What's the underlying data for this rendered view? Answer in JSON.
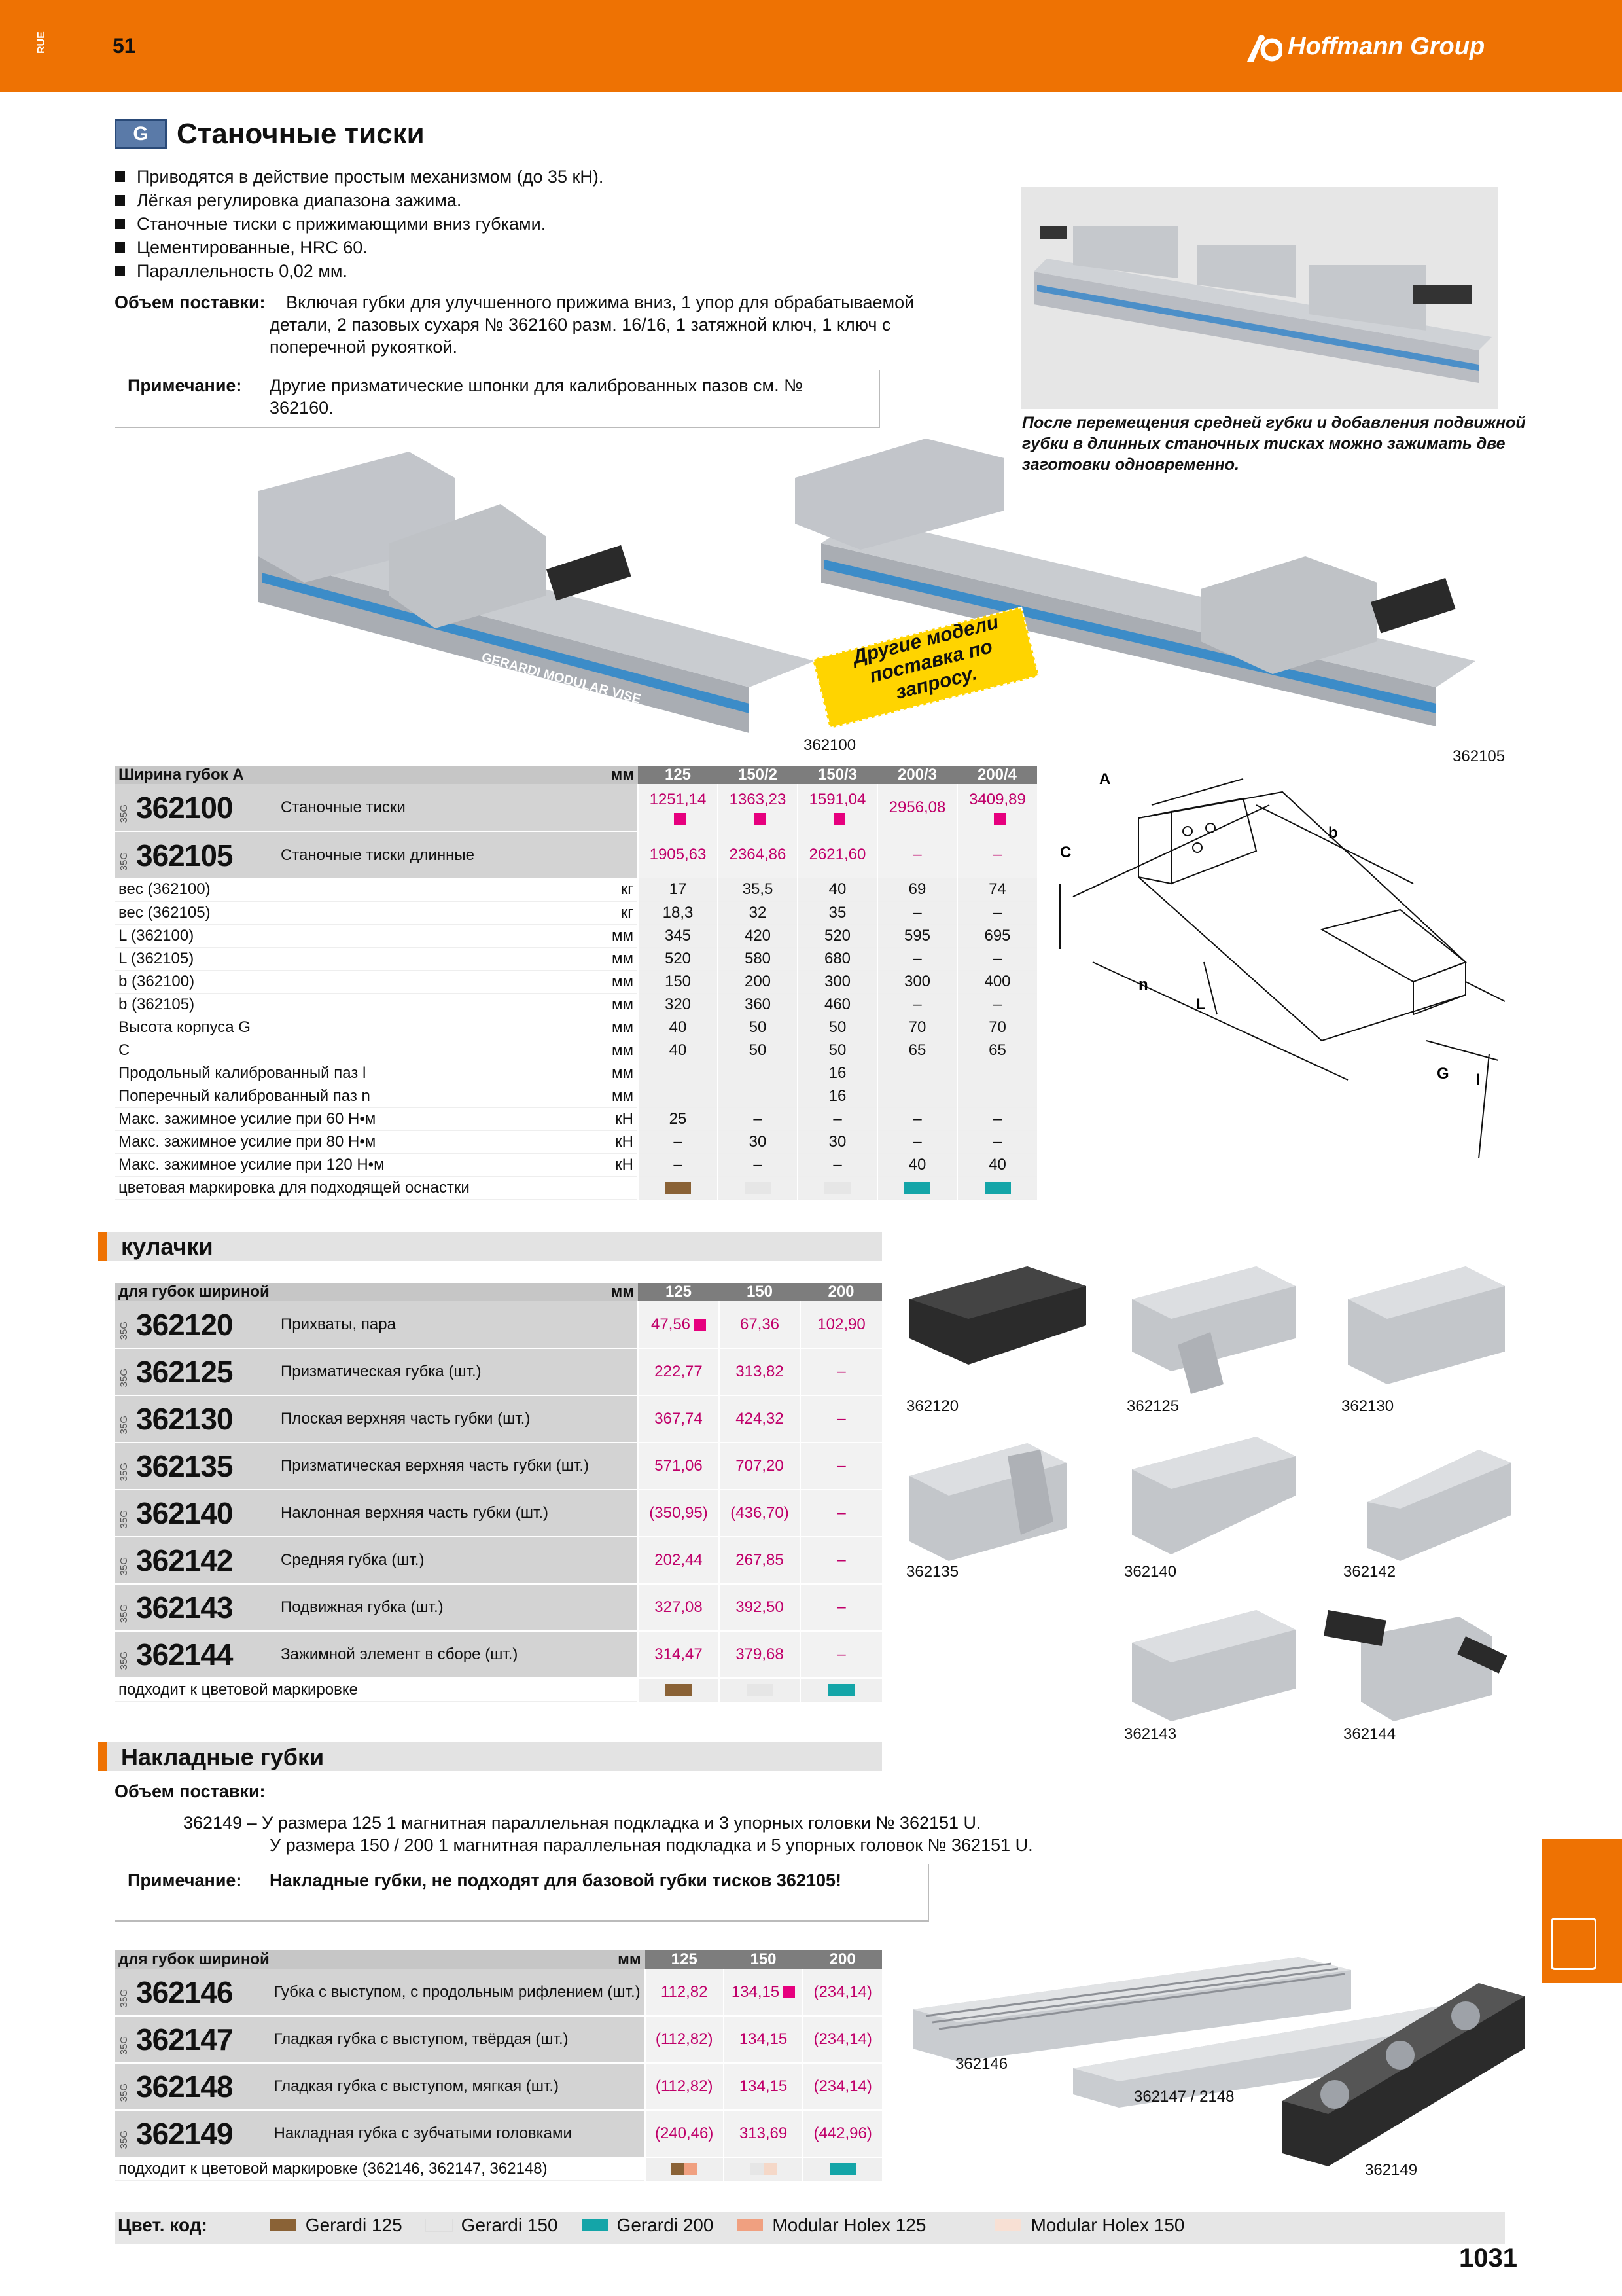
{
  "header": {
    "lang_code": "RUE",
    "page_top": "51",
    "brand": "Hoffmann Group"
  },
  "product": {
    "logo_letter": "G",
    "title": "Станочные тиски",
    "bullets": [
      "Приводятся в действие простым механизмом (до 35 кН).",
      "Лёгкая регулировка диапазона зажима.",
      "Станочные тиски с прижимающими вниз губками.",
      "Цементированные, HRC 60.",
      "Параллельность 0,02 мм."
    ],
    "scope_label": "Объем поставки:",
    "scope_text_1": "Включая губки для улучшенного прижима вниз, 1 упор для обрабатываемой",
    "scope_text_2": "детали, 2 пазовых сухаря № 362160 разм. 16/16, 1 затяжной ключ, 1 ключ с",
    "scope_text_3": "поперечной рукояткой.",
    "note_label": "Примечание:",
    "note_text_1": "Другие призматические шпонки для калиброванных пазов см. №",
    "note_text_2": "362160.",
    "caption_1": "После перемещения средней губки и добавления подвижной",
    "caption_2": "губки в длинных станочных тисках можно зажимать две",
    "caption_3": "заготовки одновременно.",
    "sticker_1": "Другие модели",
    "sticker_2": "поставка по запросу.",
    "photo_label_1": "362100",
    "photo_label_2": "362105",
    "vise_print": "GERARDI MODULAR VISE"
  },
  "main_table": {
    "header_label": "Ширина губок A",
    "unit": "мм",
    "sizes": [
      "125",
      "150/2",
      "150/3",
      "200/3",
      "200/4"
    ],
    "articles": [
      {
        "tag": "35G",
        "num": "362100",
        "desc": "Станочные тиски",
        "prices": [
          "1251,14",
          "1363,23",
          "1591,04",
          "2956,08",
          "3409,89"
        ],
        "marks": [
          true,
          true,
          true,
          false,
          true
        ]
      },
      {
        "tag": "35G",
        "num": "362105",
        "desc": "Станочные тиски длинные",
        "prices": [
          "1905,63",
          "2364,86",
          "2621,60",
          "–",
          "–"
        ],
        "marks": [
          false,
          false,
          false,
          false,
          false
        ]
      }
    ],
    "specs": [
      {
        "label": "вес (362100)",
        "unit": "кг",
        "values": [
          "17",
          "35,5",
          "40",
          "69",
          "74"
        ]
      },
      {
        "label": "вес (362105)",
        "unit": "кг",
        "values": [
          "18,3",
          "32",
          "35",
          "–",
          "–"
        ]
      },
      {
        "label": "L (362100)",
        "unit": "мм",
        "values": [
          "345",
          "420",
          "520",
          "595",
          "695"
        ]
      },
      {
        "label": "L (362105)",
        "unit": "мм",
        "values": [
          "520",
          "580",
          "680",
          "–",
          "–"
        ]
      },
      {
        "label": "b (362100)",
        "unit": "мм",
        "values": [
          "150",
          "200",
          "300",
          "300",
          "400"
        ]
      },
      {
        "label": "b (362105)",
        "unit": "мм",
        "values": [
          "320",
          "360",
          "460",
          "–",
          "–"
        ]
      },
      {
        "label": "Высота корпуса G",
        "unit": "мм",
        "values": [
          "40",
          "50",
          "50",
          "70",
          "70"
        ]
      },
      {
        "label": "C",
        "unit": "мм",
        "values": [
          "40",
          "50",
          "50",
          "65",
          "65"
        ]
      },
      {
        "label": "Продольный калиброванный паз l",
        "unit": "мм",
        "values": [
          "",
          "",
          "16",
          "",
          ""
        ]
      },
      {
        "label": "Поперечный калиброванный паз n",
        "unit": "мм",
        "values": [
          "",
          "",
          "16",
          "",
          ""
        ]
      },
      {
        "label": "Макс. зажимное усилие при 60 Н•м",
        "unit": "кН",
        "values": [
          "25",
          "–",
          "–",
          "–",
          "–"
        ]
      },
      {
        "label": "Макс. зажимное усилие при 80 Н•м",
        "unit": "кН",
        "values": [
          "–",
          "30",
          "30",
          "–",
          "–"
        ]
      },
      {
        "label": "Макс. зажимное усилие при 120 Н•м",
        "unit": "кН",
        "values": [
          "–",
          "–",
          "–",
          "40",
          "40"
        ]
      }
    ],
    "color_row_label": "цветовая маркировка для подходящей оснастки",
    "color_row": [
      "#8a6236",
      "#e6e6e6",
      "#e6e6e6",
      "#14a5a8",
      "#14a5a8"
    ]
  },
  "diagram": {
    "labels": [
      "A",
      "b",
      "C",
      "n",
      "L",
      "G",
      "l"
    ]
  },
  "section_jaws": {
    "title": "кулачки",
    "header_label": "для губок шириной",
    "unit": "мм",
    "sizes": [
      "125",
      "150",
      "200"
    ],
    "articles": [
      {
        "tag": "35G",
        "num": "362120",
        "desc": "Прихваты, пара",
        "prices": [
          "47,56",
          "67,36",
          "102,90"
        ],
        "marks": [
          true,
          false,
          false
        ]
      },
      {
        "tag": "35G",
        "num": "362125",
        "desc": "Призматическая губка (шт.)",
        "prices": [
          "222,77",
          "313,82",
          "–"
        ],
        "marks": [
          false,
          false,
          false
        ]
      },
      {
        "tag": "35G",
        "num": "362130",
        "desc": "Плоская верхняя часть губки (шт.)",
        "prices": [
          "367,74",
          "424,32",
          "–"
        ],
        "marks": [
          false,
          false,
          false
        ]
      },
      {
        "tag": "35G",
        "num": "362135",
        "desc": "Призматическая верхняя часть губки (шт.)",
        "prices": [
          "571,06",
          "707,20",
          "–"
        ],
        "marks": [
          false,
          false,
          false
        ]
      },
      {
        "tag": "35G",
        "num": "362140",
        "desc": "Наклонная верхняя часть губки (шт.)",
        "prices": [
          "(350,95)",
          "(436,70)",
          "–"
        ],
        "marks": [
          false,
          false,
          false
        ]
      },
      {
        "tag": "35G",
        "num": "362142",
        "desc": "Средняя губка (шт.)",
        "prices": [
          "202,44",
          "267,85",
          "–"
        ],
        "marks": [
          false,
          false,
          false
        ]
      },
      {
        "tag": "35G",
        "num": "362143",
        "desc": "Подвижная губка (шт.)",
        "prices": [
          "327,08",
          "392,50",
          "–"
        ],
        "marks": [
          false,
          false,
          false
        ]
      },
      {
        "tag": "35G",
        "num": "362144",
        "desc": "Зажимной элемент в сборе (шт.)",
        "prices": [
          "314,47",
          "379,68",
          "–"
        ],
        "marks": [
          false,
          false,
          false
        ]
      }
    ],
    "color_row_label": "подходит к цветовой маркировке",
    "color_row": [
      "#8a6236",
      "#e6e6e6",
      "#14a5a8"
    ],
    "photo_labels": [
      "362120",
      "362125",
      "362130",
      "362135",
      "362140",
      "362142",
      "362143",
      "362144"
    ]
  },
  "section_overlay": {
    "title": "Накладные губки",
    "scope_label": "Объем поставки:",
    "scope_line_1": "362149 – У размера 125 1 магнитная параллельная подкладка и 3 упорных головки № 362151 U.",
    "scope_line_2": "У размера 150 / 200 1 магнитная параллельная подкладка и 5 упорных головок № 362151 U.",
    "note_label": "Примечание:",
    "note_text": "Накладные губки, не подходят для базовой губки тисков 362105!",
    "header_label": "для губок шириной",
    "unit": "мм",
    "sizes": [
      "125",
      "150",
      "200"
    ],
    "articles": [
      {
        "tag": "35G",
        "num": "362146",
        "desc": "Губка с выступом, с продольным рифлением (шт.)",
        "prices": [
          "112,82",
          "134,15",
          "(234,14)"
        ],
        "marks": [
          false,
          true,
          false
        ]
      },
      {
        "tag": "35G",
        "num": "362147",
        "desc": "Гладкая губка с выступом, твёрдая (шт.)",
        "prices": [
          "(112,82)",
          "134,15",
          "(234,14)"
        ],
        "marks": [
          false,
          false,
          false
        ]
      },
      {
        "tag": "35G",
        "num": "362148",
        "desc": "Гладкая губка с выступом, мягкая (шт.)",
        "prices": [
          "(112,82)",
          "134,15",
          "(234,14)"
        ],
        "marks": [
          false,
          false,
          false
        ]
      },
      {
        "tag": "35G",
        "num": "362149",
        "desc": "Накладная губка с зубчатыми головками",
        "prices": [
          "(240,46)",
          "313,69",
          "(442,96)"
        ],
        "marks": [
          false,
          false,
          false
        ]
      }
    ],
    "color_row_label": "подходит к цветовой маркировке (362146, 362147, 362148)",
    "color_row": [
      [
        "#8a6236",
        "#f0a080"
      ],
      [
        "#e6e6e6",
        "#f5d8c8"
      ],
      [
        "#14a5a8",
        "#14a5a8"
      ]
    ],
    "photo_labels": [
      "362146",
      "362147 / 2148",
      "362149"
    ]
  },
  "legend": {
    "label": "Цвет. код:",
    "items": [
      {
        "color": "#8a6236",
        "name": "Gerardi 125"
      },
      {
        "color": "#e6e6e6",
        "name": "Gerardi 150"
      },
      {
        "color": "#14a5a8",
        "name": "Gerardi 200"
      },
      {
        "color": "#f0a080",
        "name": "Modular Holex 125"
      },
      {
        "color": "#f8e0d4",
        "name": "Modular Holex 150"
      }
    ]
  },
  "footer": {
    "page_bottom": "1031"
  },
  "colors": {
    "accent": "#ee7203",
    "price": "#c0006a",
    "mark": "#e6007e"
  }
}
